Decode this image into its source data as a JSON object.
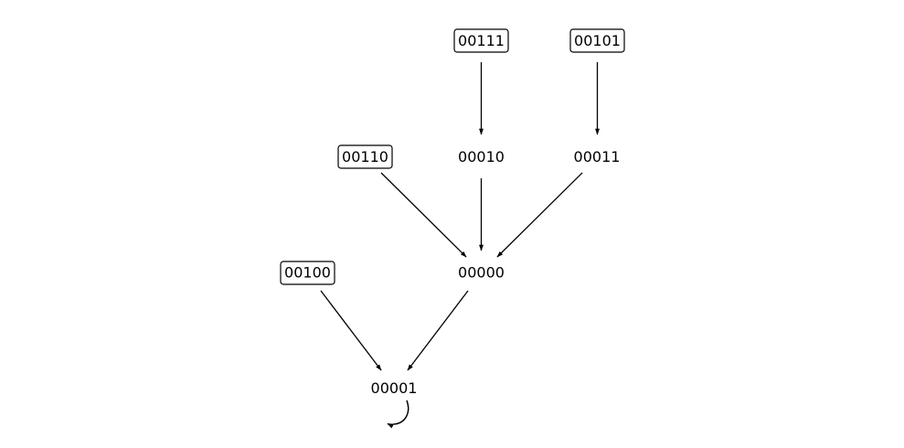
{
  "nodes": [
    {
      "id": "n00111",
      "label": "00111",
      "boxed": true
    },
    {
      "id": "n00101",
      "label": "00101",
      "boxed": true
    },
    {
      "id": "n00110",
      "label": "00110",
      "boxed": true
    },
    {
      "id": "n00010",
      "label": "00010",
      "boxed": false
    },
    {
      "id": "n00011",
      "label": "00011",
      "boxed": false
    },
    {
      "id": "n00100",
      "label": "00100",
      "boxed": true
    },
    {
      "id": "n00000",
      "label": "00000",
      "boxed": false
    },
    {
      "id": "n00001",
      "label": "00001",
      "boxed": false
    }
  ],
  "edges": [
    {
      "from": "n00111",
      "to": "n00010"
    },
    {
      "from": "n00101",
      "to": "n00011"
    },
    {
      "from": "n00110",
      "to": "n00000"
    },
    {
      "from": "n00010",
      "to": "n00000"
    },
    {
      "from": "n00011",
      "to": "n00000"
    },
    {
      "from": "n00100",
      "to": "n00001"
    },
    {
      "from": "n00000",
      "to": "n00001"
    },
    {
      "from": "n00001",
      "to": "n00001"
    }
  ]
}
